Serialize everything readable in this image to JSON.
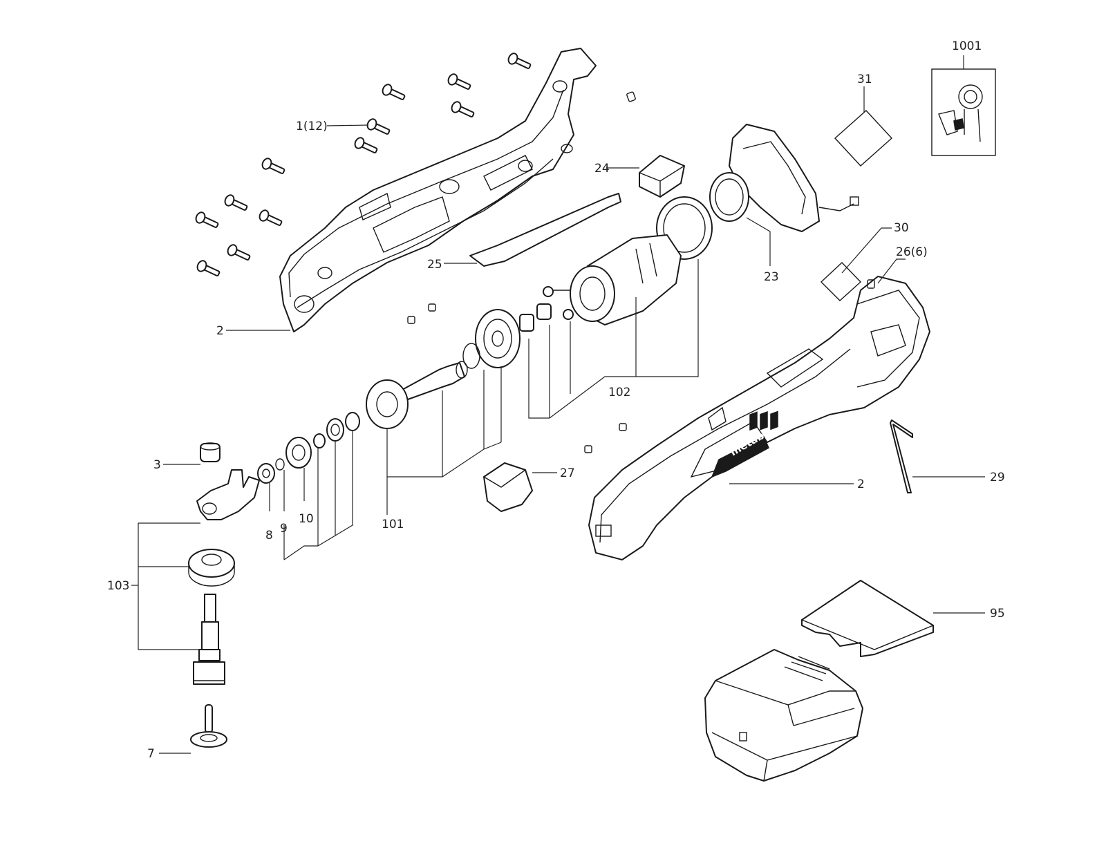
{
  "labels": {
    "l_1001": "1001",
    "l_31": "31",
    "l_1_12": "1(12)",
    "l_24": "24",
    "l_30": "30",
    "l_26_6": "26(6)",
    "l_25": "25",
    "l_23": "23",
    "l_2_top": "2",
    "l_102": "102",
    "l_3": "3",
    "l_27": "27",
    "l_2_right": "2",
    "l_29": "29",
    "l_8": "8",
    "l_9": "9",
    "l_10": "10",
    "l_101": "101",
    "l_103": "103",
    "l_95": "95",
    "l_7": "7"
  },
  "brand_text": "metabo"
}
